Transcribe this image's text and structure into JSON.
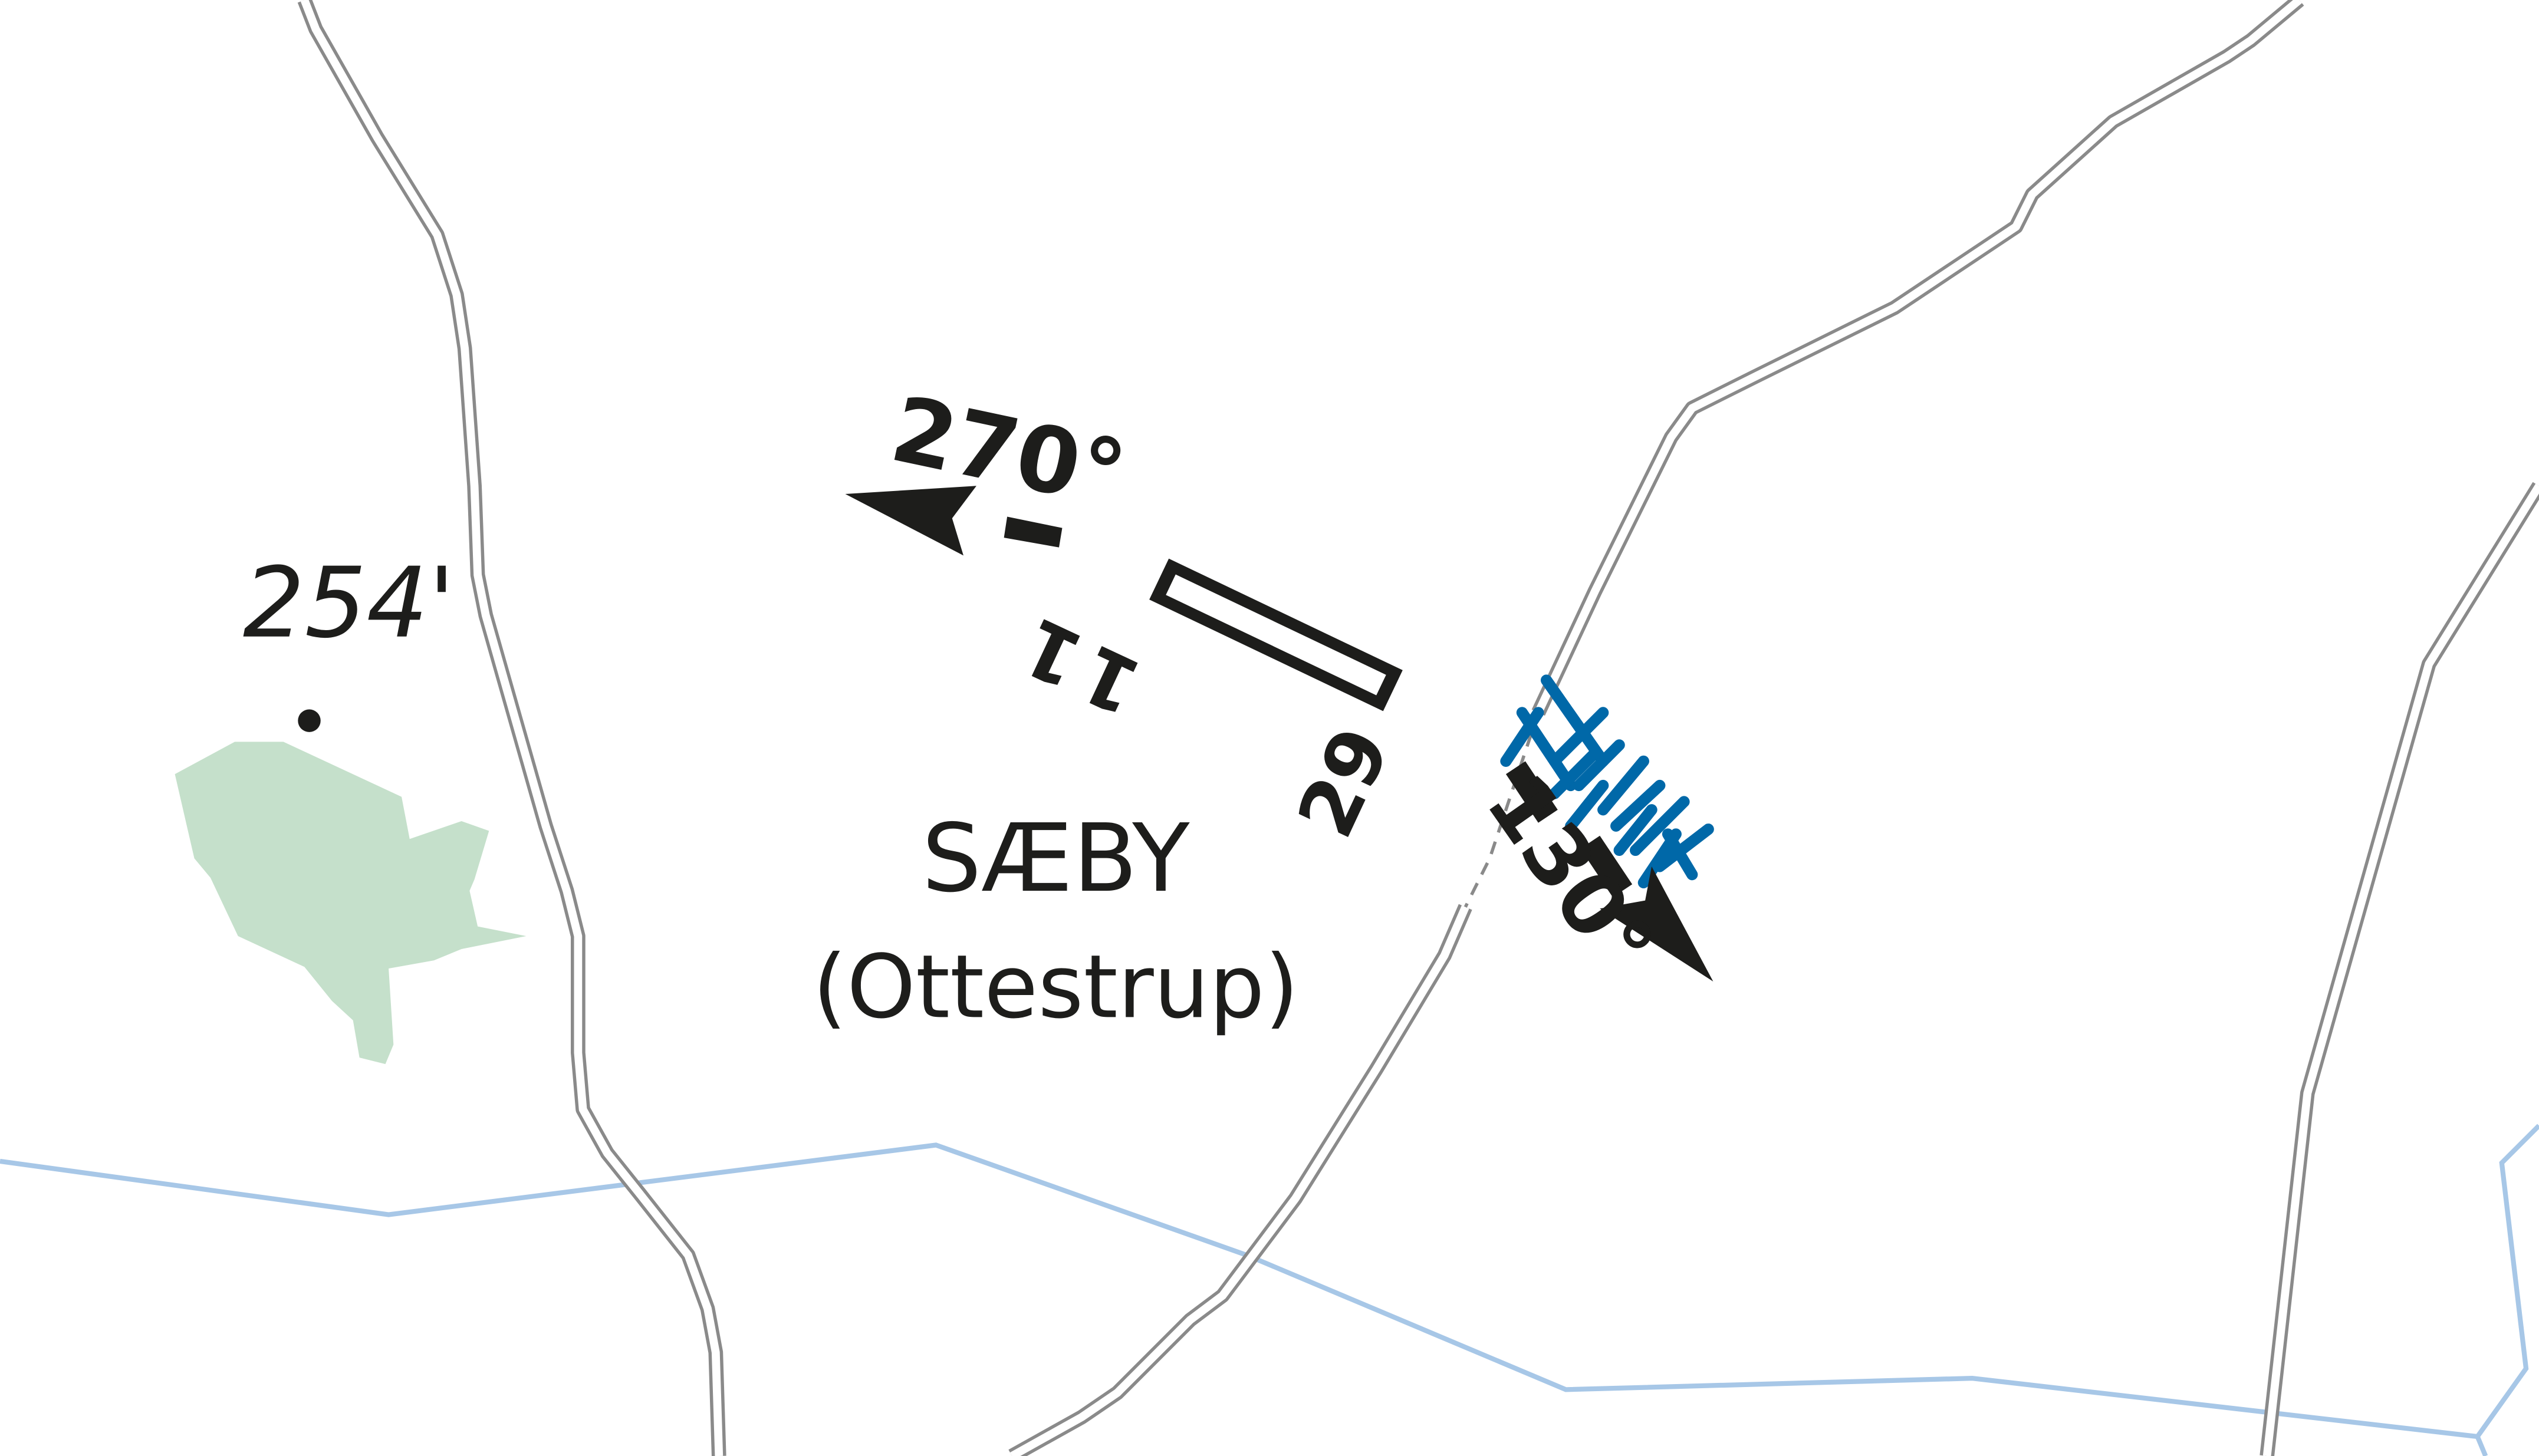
{
  "colors": {
    "road_outline": "#8a8a8a",
    "water": "#a7c7e7",
    "forest": "#c5e0cb",
    "hatch": "#0068a8",
    "ink": "#1d1d1b"
  },
  "labels": {
    "elevation": "254'",
    "heading_west": "270°",
    "heading_east": "130°",
    "runway_west": "11",
    "runway_east": "29",
    "place_name": "SÆBY",
    "place_sub": "(Ottestrup)"
  }
}
